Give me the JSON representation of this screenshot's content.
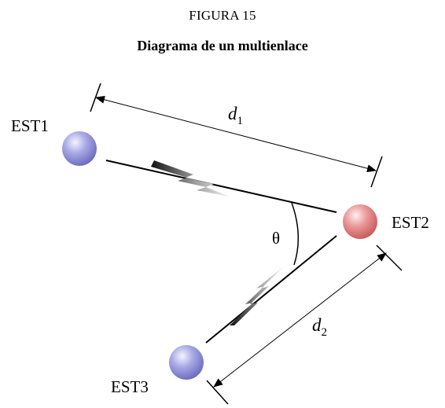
{
  "figure": {
    "label": "FIGURA 15",
    "title": "Diagrama de un multienlace"
  },
  "stations": {
    "est1": {
      "label": "EST1",
      "color": "#8f8fd6"
    },
    "est2": {
      "label": "EST2",
      "color": "#e07c7c"
    },
    "est3": {
      "label": "EST3",
      "color": "#8f8fd6"
    }
  },
  "distances": {
    "d1": {
      "symbol": "d",
      "subscript": "1"
    },
    "d2": {
      "symbol": "d",
      "subscript": "2"
    }
  },
  "angle": {
    "symbol": "θ"
  }
}
